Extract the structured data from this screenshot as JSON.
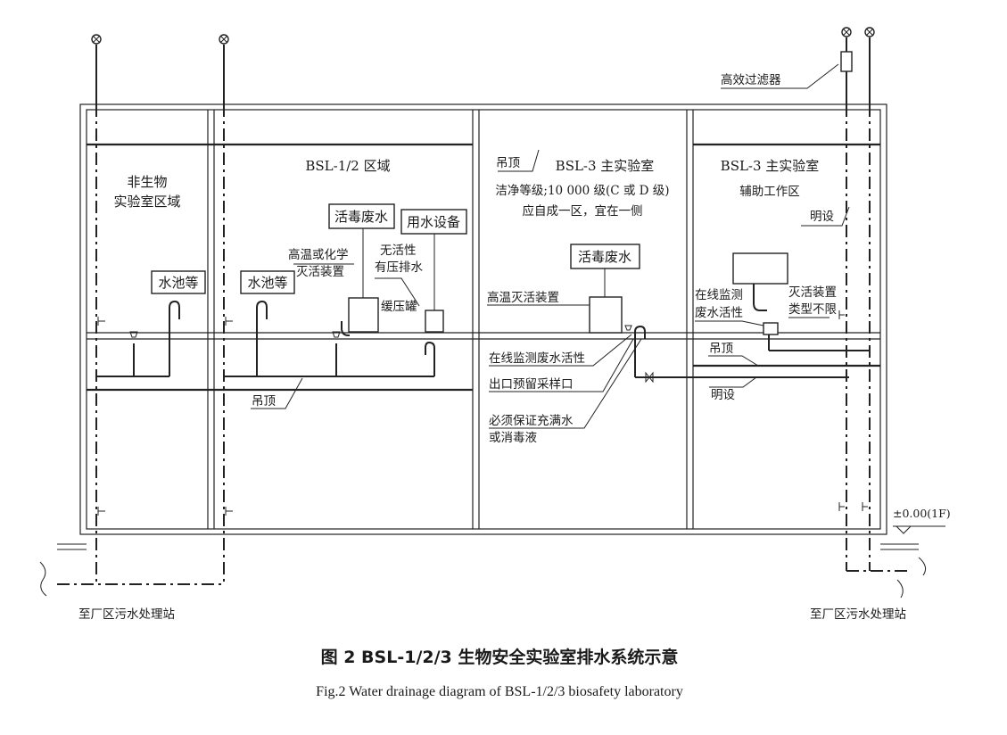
{
  "zones": {
    "non_bio": [
      "非生物",
      "实验室区域"
    ],
    "bsl12": "BSL-1/2 区域",
    "bsl3_main": "BSL-3 主实验室",
    "bsl3_main_notes": [
      "洁净等级;10 000 级(C 或 D 级)",
      "应自成一区，宜在一侧"
    ],
    "bsl3_aux": "BSL-3 主实验室",
    "bsl3_aux_sub": "辅助工作区"
  },
  "labels": {
    "hepa_filter": "高效过滤器",
    "ceiling": "吊顶",
    "exposed": "明设",
    "sink": "水池等",
    "inactivated_wastewater": "活毒废水",
    "water_equipment": "用水设备",
    "high_temp_or_chem": [
      "高温或化学",
      "灭活装置"
    ],
    "no_activity": [
      "无活性",
      "有压排水"
    ],
    "buffer_tank": "缓压罐",
    "high_temp_device": "高温灭活装置",
    "online_monitor_wastewater": "在线监测废水活性",
    "outlet_sampling": "出口预留采样口",
    "must_fill": [
      "必须保证充满水",
      "或消毒液"
    ],
    "online_monitor_short": [
      "在线监测",
      "废水活性"
    ],
    "inactivation_device": [
      "灭活装置",
      "类型不限"
    ],
    "elevation": "±0.00(1F)",
    "to_station_left": "至厂区污水处理站",
    "to_station_right": "至厂区污水处理站"
  },
  "caption": {
    "cn": "图 2   BSL-1/2/3 生物安全实验室排水系统示意",
    "en": "Fig.2  Water drainage diagram of BSL-1/2/3 biosafety laboratory"
  }
}
